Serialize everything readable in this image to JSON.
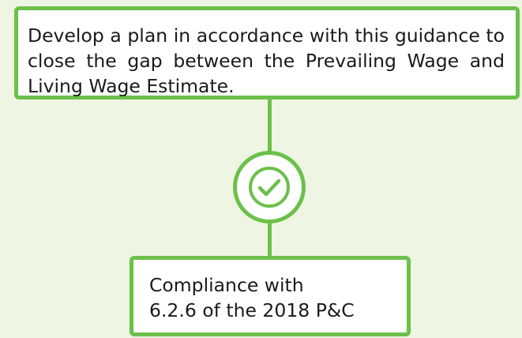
{
  "flow": {
    "top_box": {
      "text": "Develop a plan in accordance with this guidance to close the gap between the Prevailing Wage and Living Wage Estimate."
    },
    "checkpoint": {
      "icon": "check-circle-icon"
    },
    "bottom_box": {
      "line1": "Compliance with",
      "line2": "6.2.6 of the 2018 P&C"
    }
  },
  "colors": {
    "background": "#eef6e3",
    "accent": "#6cc04a",
    "box_fill": "#ffffff",
    "text": "#1a1a1a"
  }
}
